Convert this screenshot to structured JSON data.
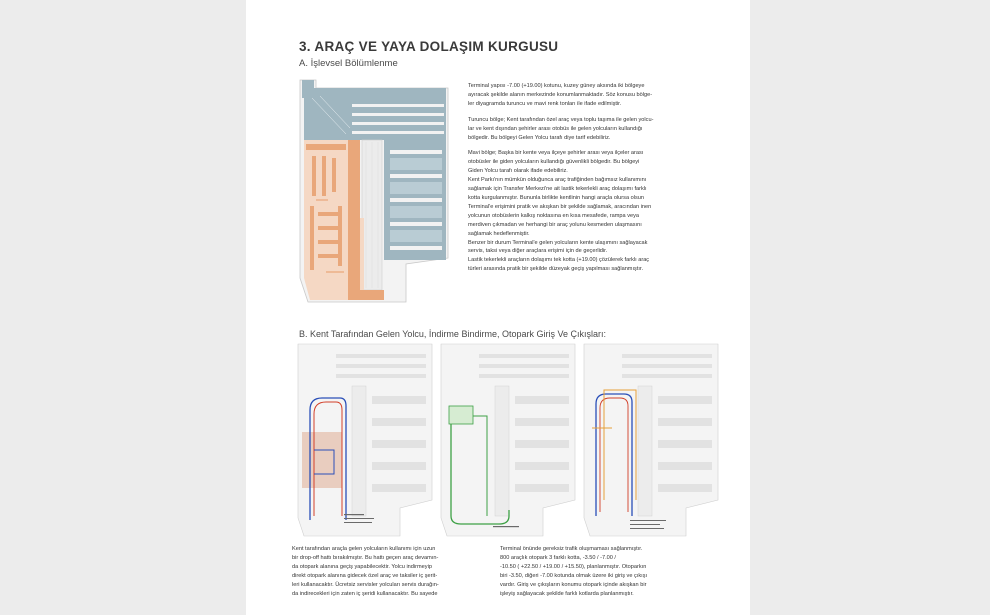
{
  "section_title": "3. ARAÇ VE YAYA DOLAŞIM KURGUSU",
  "subsection_a": "A. İşlevsel Bölümlenme",
  "subsection_b": "B. Kent Tarafından Gelen Yolcu,  İndirme Bindirme, Otopark Giriş Ve Çıkışları:",
  "intro_lines": [
    "Terminal yapısı -7.00 (+19.00) kotunu, kuzey güney aksında iki bölgeye",
    "ayıracak şekilde alanın merkezinde konumlanmaktadır. Söz konusu bölge-",
    "ler diyagramda turuncu ve mavi renk tonları ile ifade edilmiştir."
  ],
  "orange_lines": [
    "Turuncu bölge; Kent tarafından özel araç veya toplu taşıma ile gelen yolcu-",
    "lar ve kent dışından şehirler arası otobüs ile gelen yolcuların kullandığı",
    "bölgedir. Bu bölgeyi Gelen Yolcu tarafı diye tarif edebiliriz."
  ],
  "blue_lines": [
    "Mavi bölge; Başka bir kente veya ilçeye şehirler arası veya ilçeler arası",
    "otobüsler ile giden yolcuların kullandığı güvenlikli bölgedir. Bu bölgeyi",
    "Giden Yolcu tarafı olarak ifade edebiliriz.",
    "Kent Parkı'nın mümkün olduğunca araç trafiğinden bağımsız kullanımını",
    "sağlamak için Transfer Merkezi'ne ait lastik tekerlekli araç dolaşımı farklı",
    "kotta kurgulanmıştır. Bununla birlikte kentlinin hangi araçla olursa olsun",
    "Terminal'e erişimini pratik ve akışkan bir şekilde sağlamak, aracından inen",
    "yolcunun otobüslerin kalkış noktasına en kısa mesafede, rampa veya",
    "merdiven çıkmadan ve herhangi bir araç yolunu kesmeden ulaşmasını",
    "sağlamak hedeflenmiştir.",
    "Benzer bir durum Terminal'e gelen yolcuların kente ulaşımını sağlayacak",
    "servis, taksi veya diğer araçlara erişimi için de geçerlidir.",
    "Lastik tekerlekli araçların dolaşımı tek kotta (+19.00) çözülerek farklı araç",
    "türleri arasında pratik bir şekilde düzeyak geçiş yapılması sağlanmıştır."
  ],
  "bottom_left_lines": [
    "Kent tarafından araçla gelen yolcuların kullanımı için uzun",
    "bir drop-off hattı bırakılmıştır. Bu hattı geçen araç devamın-",
    "da otopark alanına geçiş yapabilecektir. Yolcu indirmeyip",
    "direkt otopark alanına gidecek özel araç ve taksiler iç şerit-",
    "leri kullanacaktır. Ücretsiz servisler yolcuları servis durağın-",
    "da indirecekleri için zaten iç şeridi kullanacaktır. Bu sayede"
  ],
  "bottom_right_lines": [
    "Terminal önünde gereksiz trafik oluşmaması sağlanmıştır.",
    "800 araçlık otopark 3 farklı kotta, -3.50 / -7.00 /",
    "-10.50 ( +22.50 / +19.00 / +15.50), planlanmıştır. Otoparkın",
    "biri -3.50, diğeri -7.00 kotunda olmak üzere iki giriş ve çıkışı",
    "vardır. Giriş ve çıkışların konumu otopark içinde akışkan bir",
    "işleyiş sağlayacak şekilde farklı kotlarda planlanmıştır."
  ],
  "colors": {
    "orange_zone": "#e9a77a",
    "blue_zone": "#9fb6c0",
    "route_blue": "#2a4fb8",
    "route_red": "#d2402a",
    "route_green": "#3ea146",
    "route_orange": "#e6a03a"
  }
}
